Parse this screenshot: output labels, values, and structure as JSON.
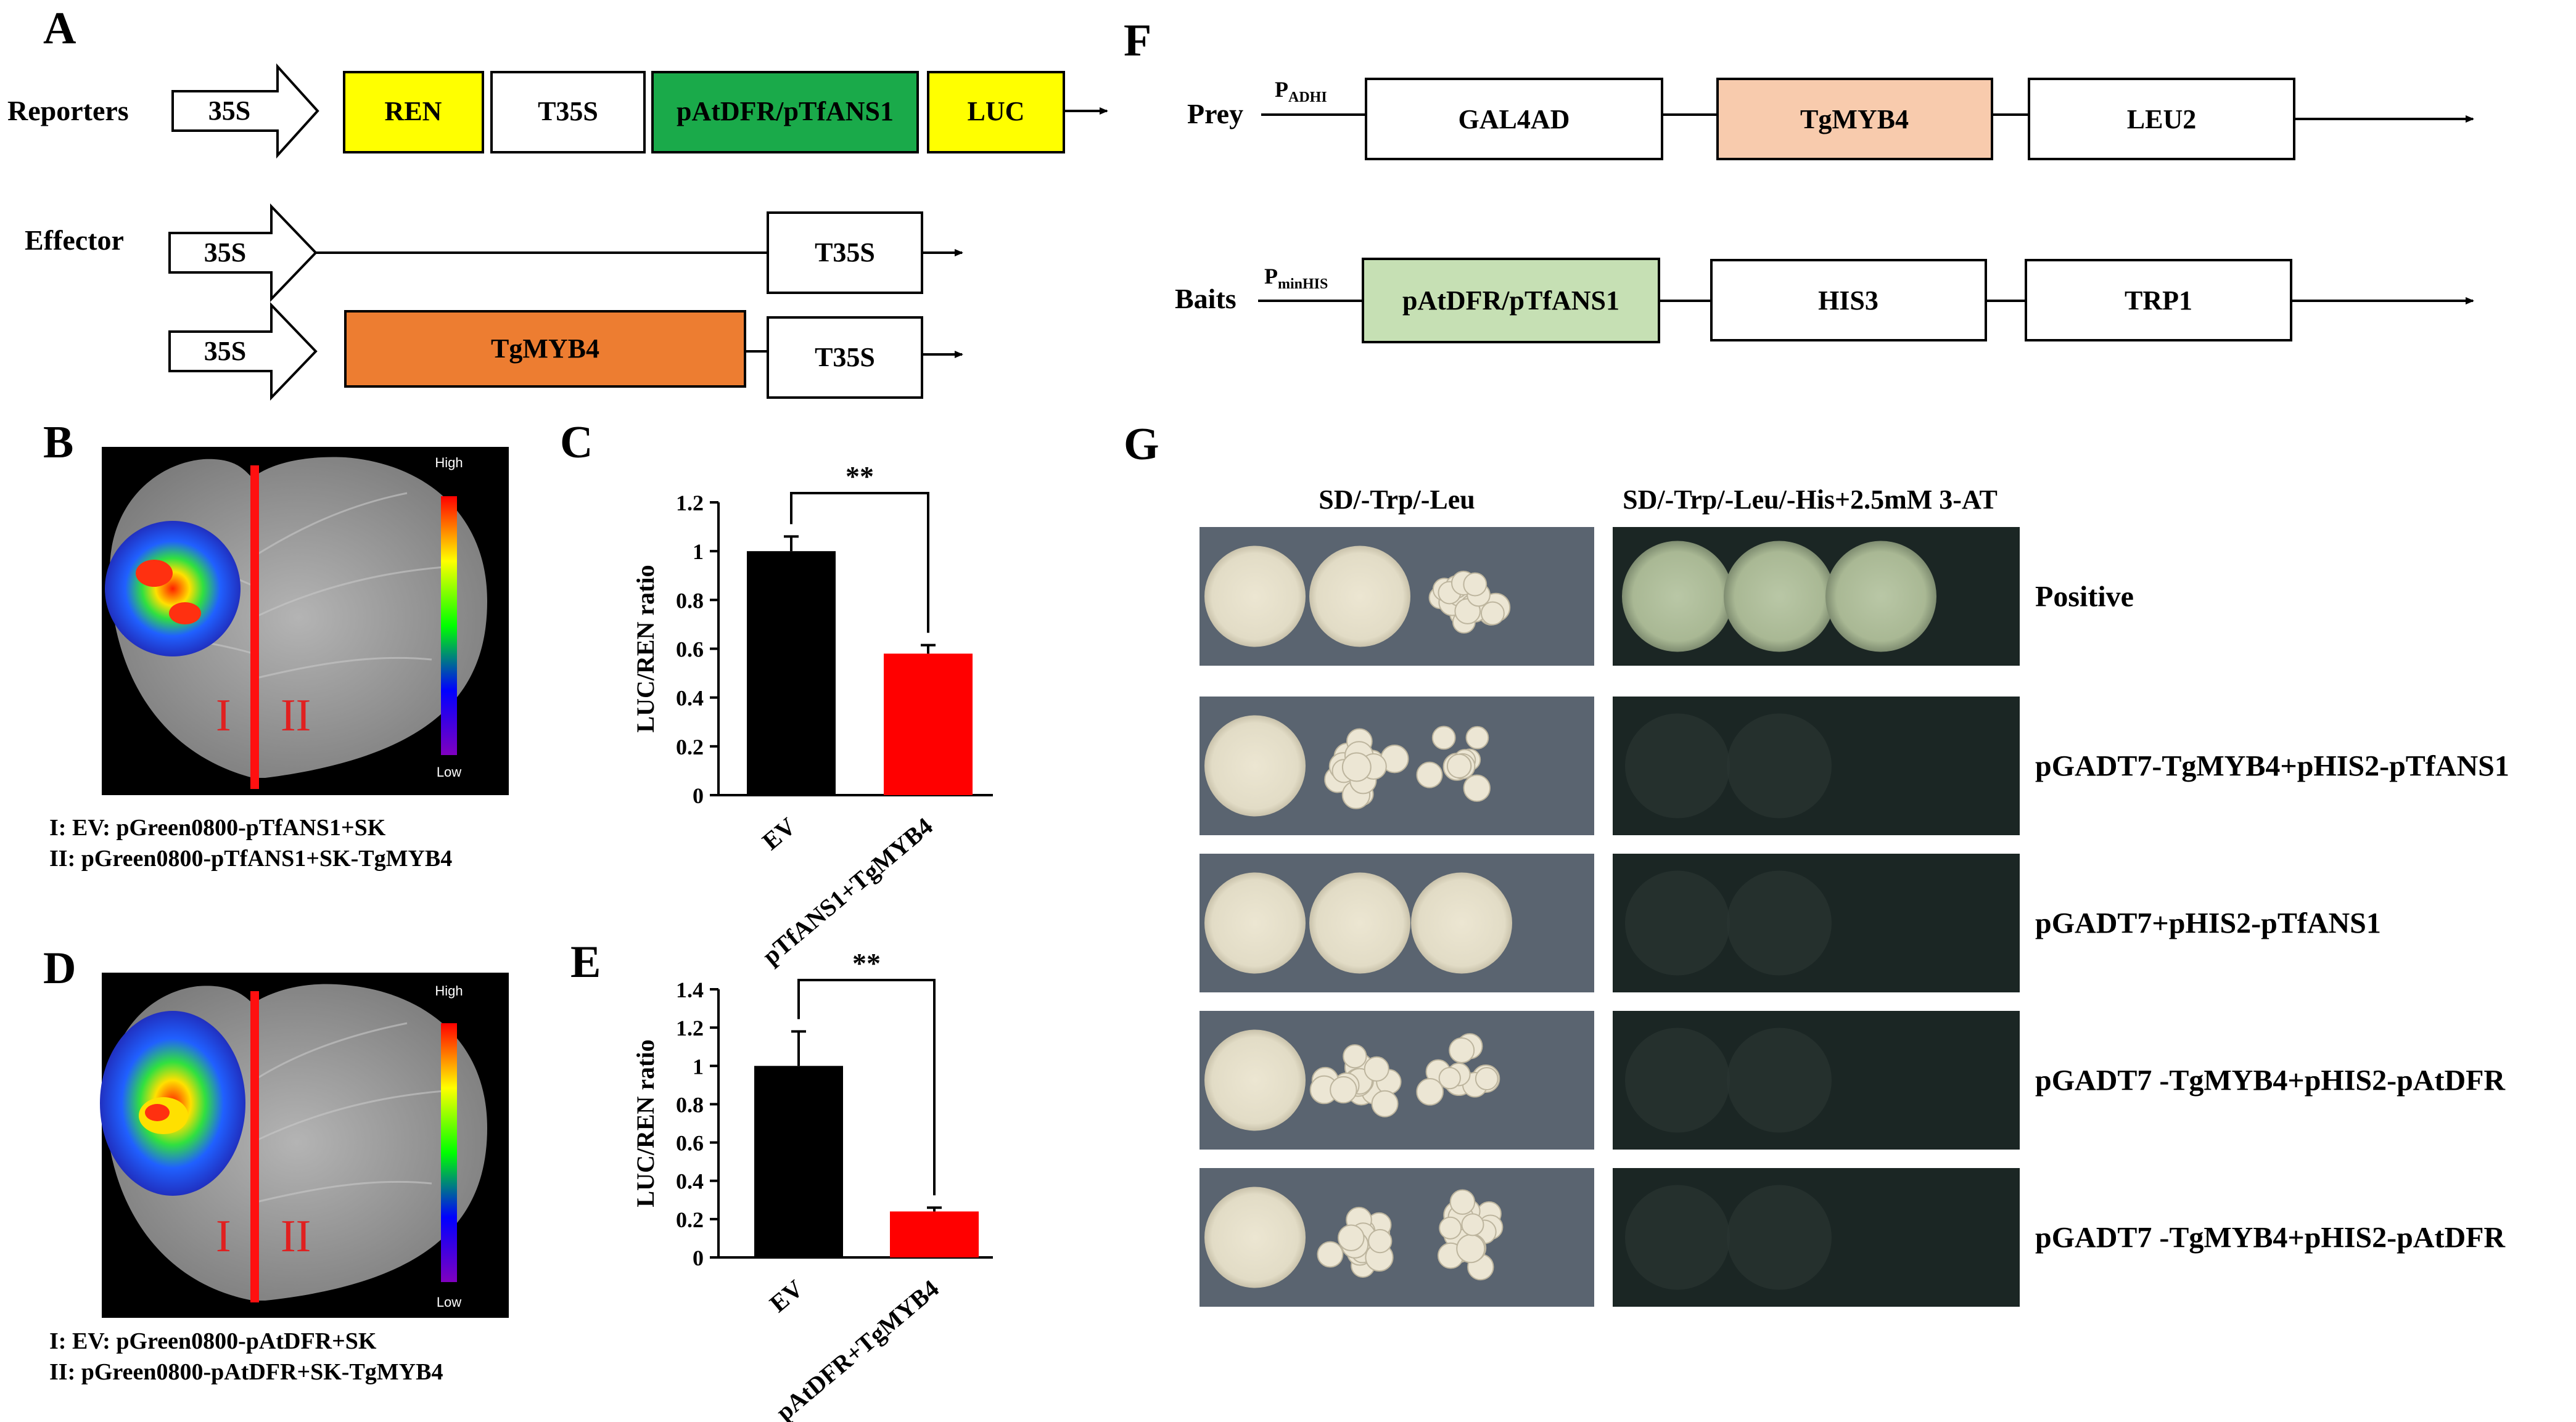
{
  "panels": {
    "A": "A",
    "B": "B",
    "C": "C",
    "D": "D",
    "E": "E",
    "F": "F",
    "G": "G"
  },
  "colors": {
    "yellow": "#ffff00",
    "green": "#1aaa4a",
    "orange": "#ed7d31",
    "peach": "#f8cbad",
    "lightgreen": "#c6e0b4",
    "bar_ev": "#000000",
    "bar_myb": "#ff0000",
    "yeast_bg": "#5a6470",
    "yeast_dark": "#1b2624"
  },
  "panel_A": {
    "reporters_label": "Reporters",
    "effector_label": "Effector",
    "promoter": "35S",
    "ren": "REN",
    "t35s": "T35S",
    "pro": "pAtDFR/pTfANS1",
    "luc": "LUC",
    "myb": "TgMYB4"
  },
  "panel_B": {
    "high": "High",
    "low": "Low",
    "side_I": "I",
    "side_II": "II",
    "legend_I": "I:   EV: pGreen0800-pTfANS1+SK",
    "legend_II": "II: pGreen0800-pTfANS1+SK-TgMYB4"
  },
  "panel_D": {
    "high": "High",
    "low": "Low",
    "side_I": "I",
    "side_II": "II",
    "legend_I": "I:  EV: pGreen0800-pAtDFR+SK",
    "legend_II": "II: pGreen0800-pAtDFR+SK-TgMYB4"
  },
  "chart_data": [
    {
      "type": "bar",
      "panel": "C",
      "categories": [
        "EV",
        "pTfANS1+TgMYB4"
      ],
      "values": [
        1.0,
        0.58
      ],
      "errors": [
        0.06,
        0.035
      ],
      "ylabel": "LUC/REN ratio",
      "ylim": [
        0,
        1.2
      ],
      "yticks": [
        "0",
        "0.2",
        "0.4",
        "0.6",
        "0.8",
        "1",
        "1.2"
      ],
      "significance": "**"
    },
    {
      "type": "bar",
      "panel": "E",
      "categories": [
        "EV",
        "pAtDFR+TgMYB4"
      ],
      "values": [
        1.0,
        0.24
      ],
      "errors": [
        0.18,
        0.02
      ],
      "ylabel": "LUC/REN ratio",
      "ylim": [
        0,
        1.4
      ],
      "yticks": [
        "0",
        "0.2",
        "0.4",
        "0.6",
        "0.8",
        "1",
        "1.2",
        "1.4"
      ],
      "significance": "**"
    }
  ],
  "panel_F": {
    "prey_label": "Prey",
    "baits_label": "Baits",
    "p_adh": "P",
    "p_adh_sub": "ADHI",
    "p_his": "P",
    "p_his_sub": "minHIS",
    "gal4ad": "GAL4AD",
    "myb": "TgMYB4",
    "leu2": "LEU2",
    "pro": "pAtDFR/pTfANS1",
    "his3": "HIS3",
    "trp1": "TRP1"
  },
  "panel_G": {
    "col1": "SD/-Trp/-Leu",
    "col2": "SD/-Trp/-Leu/-His+2.5mM 3-AT",
    "rows": [
      "Positive",
      "pGADT7-TgMYB4+pHIS2-pTfANS1",
      "pGADT7+pHIS2-pTfANS1",
      "pGADT7 -TgMYB4+pHIS2-pAtDFR",
      "pGADT7 -TgMYB4+pHIS2-pAtDFR"
    ]
  }
}
